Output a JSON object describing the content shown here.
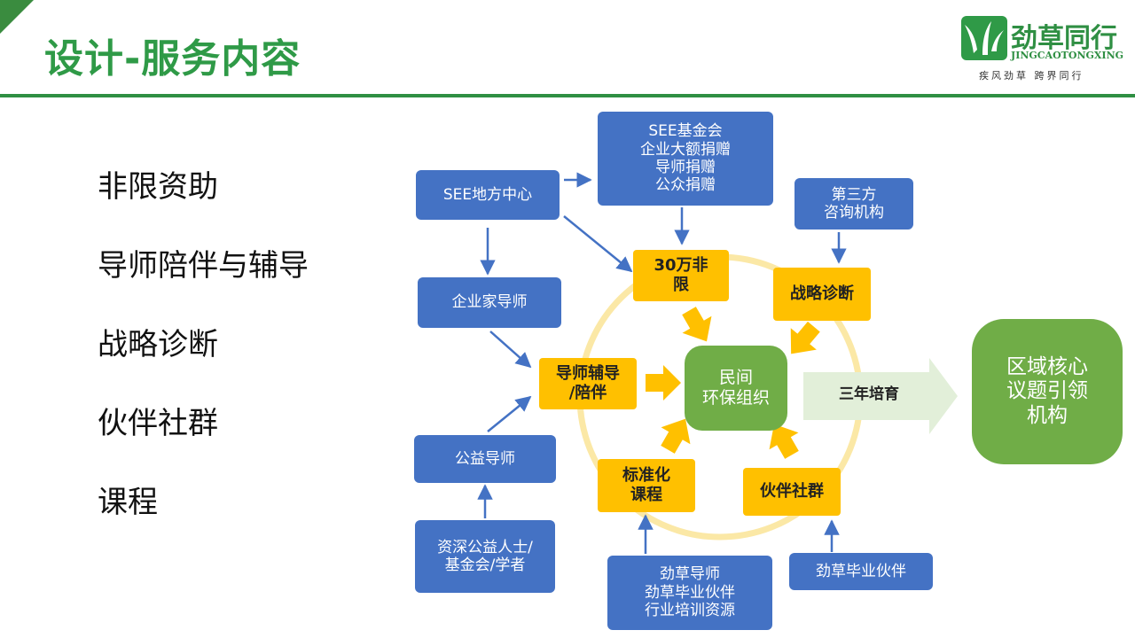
{
  "page": {
    "title": "设计-服务内容"
  },
  "logo": {
    "name": "劲草同行",
    "english": "JINGCAOTONGXING",
    "slogan": "疾风劲草 跨界同行"
  },
  "service_list": [
    "非限资助",
    "导师陪伴与辅导",
    "战略诊断",
    "伙伴社群",
    "课程"
  ],
  "diagram": {
    "see_local": "SEE地方中心",
    "see_foundation": "SEE基金会\n企业大额捐赠\n导师捐赠\n公众捐赠",
    "third_party": "第三方\n咨询机构",
    "entrepreneur_mentor": "企业家导师",
    "public_mentor": "公益导师",
    "senior_people": "资深公益人士/\n基金会/学者",
    "jingcao_resources": "劲草导师\n劲草毕业伙伴\n行业培训资源",
    "jingcao_alumni": "劲草毕业伙伴",
    "funding": "30万非\n限",
    "strategy": "战略诊断",
    "mentoring": "导师辅导\n/陪伴",
    "course": "标准化\n课程",
    "community": "伙伴社群",
    "core": "民间\n环保组织",
    "incubation": "三年培育",
    "outcome": "区域核心\n议题引领\n机构"
  },
  "colors": {
    "brand_green": "#2f9a47",
    "box_blue": "#4472c4",
    "box_yellow": "#ffc000",
    "core_green": "#70ad47",
    "circle_yellow": "#fbe8a6",
    "arrow_light_green": "#e2efd9"
  }
}
